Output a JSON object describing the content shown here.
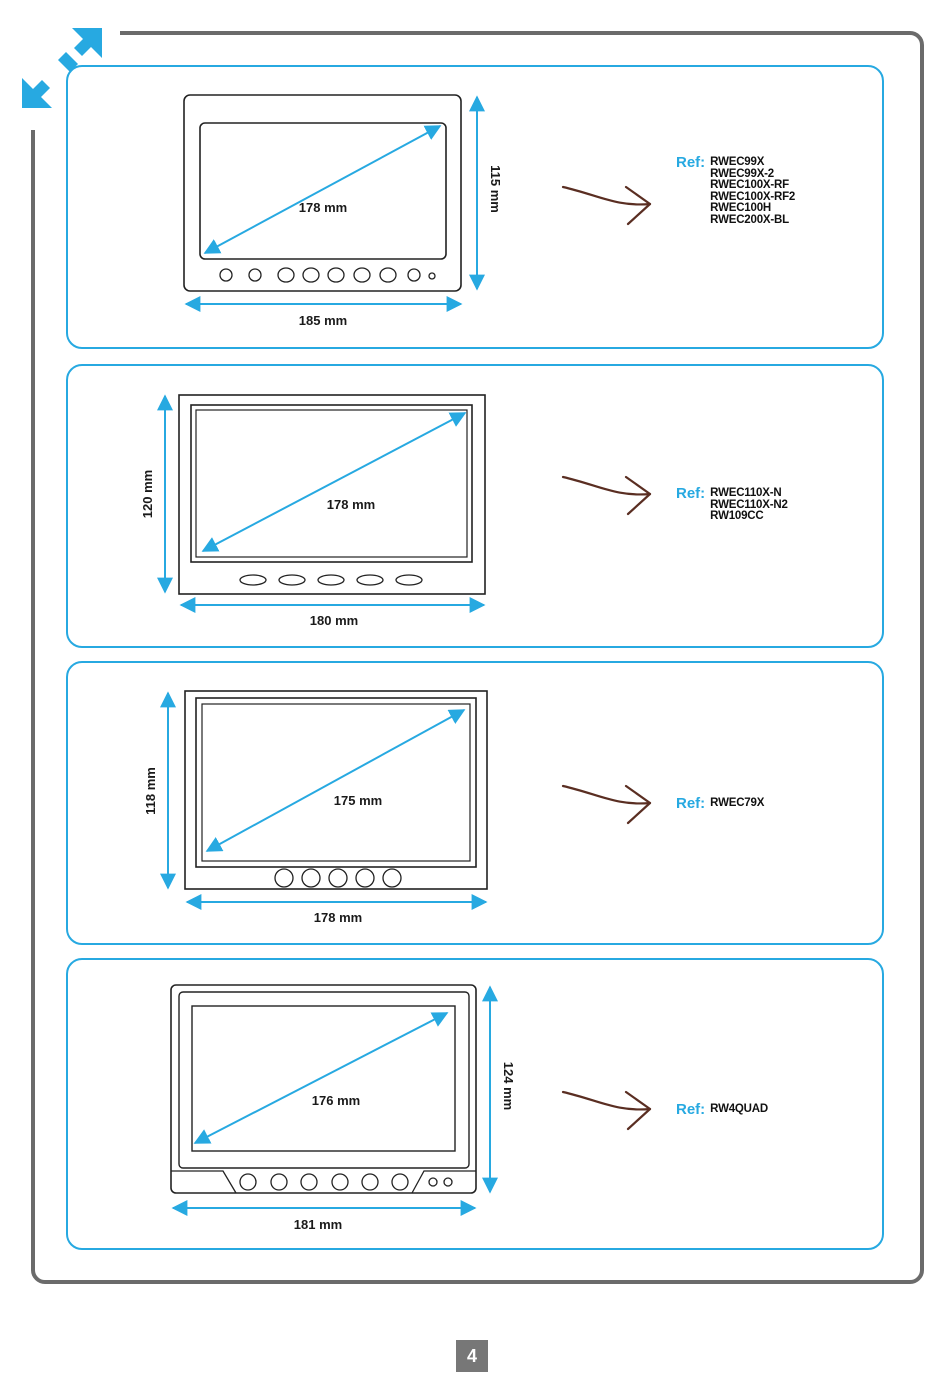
{
  "header": {
    "icon": "expand-arrows-icon",
    "accent": "#27a9e1"
  },
  "colors": {
    "accent": "#27a9e1",
    "arrow": "#5a2e22",
    "frame": "#6b6b6b"
  },
  "monitors": [
    {
      "diagonal": "178 mm",
      "width": "185 mm",
      "height": "115 mm",
      "ref_label": "Ref:",
      "refs": [
        "RWEC99X",
        "RWEC99X-2",
        "RWEC100X-RF",
        "RWEC100X-RF2",
        "RWEC100H",
        "RWEC200X-BL"
      ]
    },
    {
      "diagonal": "178 mm",
      "width": "180 mm",
      "height": "120 mm",
      "ref_label": "Ref:",
      "refs": [
        "RWEC110X-N",
        "RWEC110X-N2",
        "RW109CC"
      ]
    },
    {
      "diagonal": "175 mm",
      "width": "178 mm",
      "height": "118 mm",
      "ref_label": "Ref:",
      "refs": [
        "RWEC79X"
      ]
    },
    {
      "diagonal": "176 mm",
      "width": "181 mm",
      "height": "124 mm",
      "ref_label": "Ref:",
      "refs": [
        "RW4QUAD"
      ]
    }
  ],
  "page_number": "4"
}
